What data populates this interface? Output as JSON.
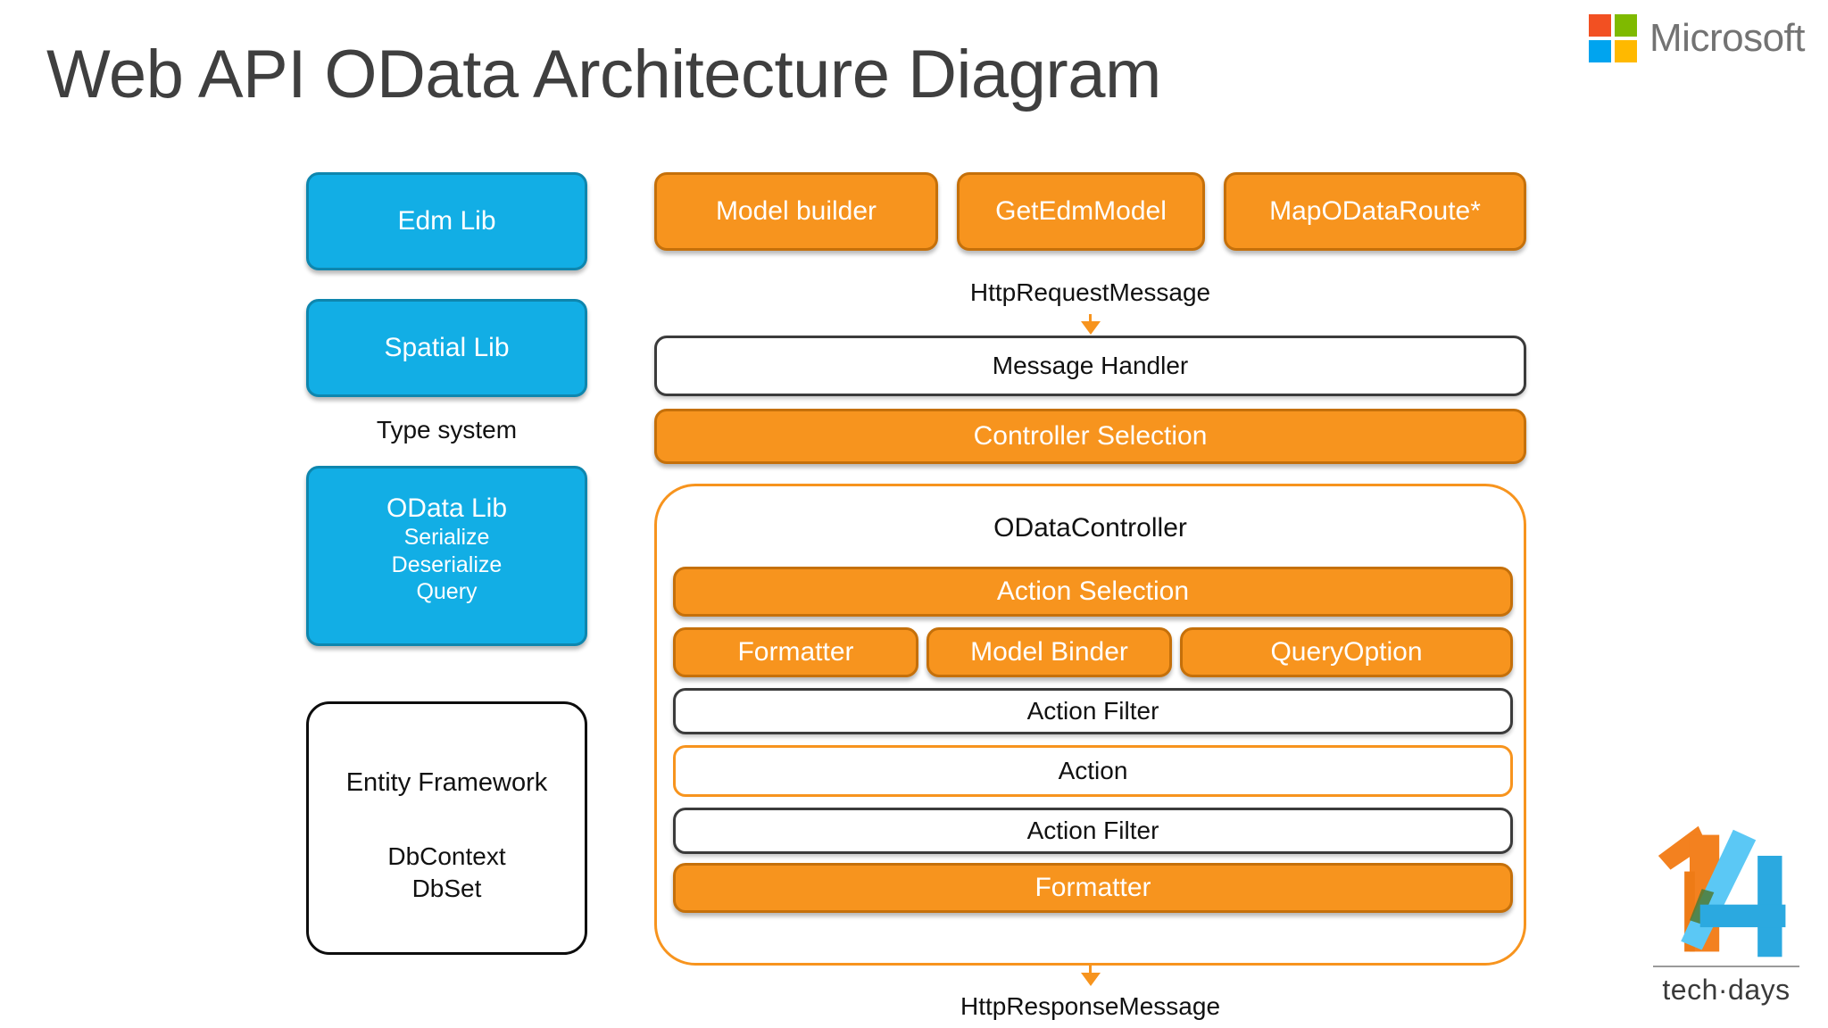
{
  "page": {
    "title": "Web API OData Architecture Diagram",
    "background": "#ffffff"
  },
  "brand": {
    "microsoft": {
      "wordmark": "Microsoft",
      "squares": [
        {
          "name": "red",
          "color": "#F25022"
        },
        {
          "name": "green",
          "color": "#7FBA00"
        },
        {
          "name": "blue",
          "color": "#00A4EF"
        },
        {
          "name": "yellow",
          "color": "#FFB900"
        }
      ]
    },
    "techdays": {
      "number": "14",
      "wordmark": "tech·days",
      "orange": "#F3811F",
      "blue": "#2BA9E0",
      "light_blue": "#5BC8F5"
    }
  },
  "colors": {
    "blue_fill": "#12AEE5",
    "blue_border": "#0E86AE",
    "orange_fill": "#F7941E",
    "orange_border": "#C5700A",
    "dark_border": "#3B3B3B",
    "text_dark": "#111111",
    "title_gray": "#3f3f3f"
  },
  "left_column": {
    "boxes": [
      {
        "id": "edm-lib",
        "label": "Edm Lib",
        "style": "blue"
      },
      {
        "id": "spatial-lib",
        "label": "Spatial Lib",
        "style": "blue"
      },
      {
        "id": "odata-lib",
        "label": "OData Lib",
        "style": "blue",
        "sublabels": [
          "Serialize",
          "Deserialize",
          "Query"
        ]
      },
      {
        "id": "entity-framework",
        "label": "Entity Framework",
        "style": "white",
        "sublabels": [
          "DbContext",
          "DbSet"
        ]
      }
    ],
    "caption": "Type system"
  },
  "top_row": {
    "boxes": [
      {
        "id": "model-builder",
        "label": "Model builder"
      },
      {
        "id": "get-edm-model",
        "label": "GetEdmModel"
      },
      {
        "id": "map-odata-route",
        "label": "MapODataRoute*"
      }
    ]
  },
  "pipeline": {
    "request_label": "HttpRequestMessage",
    "response_label": "HttpResponseMessage",
    "message_handler": {
      "label": "Message Handler",
      "style": "white-dark"
    },
    "controller_selection": {
      "label": "Controller Selection",
      "style": "orange"
    }
  },
  "odata_controller": {
    "title": "ODataController",
    "rows": [
      {
        "id": "action-selection",
        "label": "Action Selection",
        "style": "orange"
      },
      {
        "id": "triple-row",
        "style": "triple",
        "items": [
          {
            "id": "formatter-in",
            "label": "Formatter",
            "style": "orange"
          },
          {
            "id": "model-binder",
            "label": "Model Binder",
            "style": "orange"
          },
          {
            "id": "query-option",
            "label": "QueryOption",
            "style": "orange"
          }
        ]
      },
      {
        "id": "action-filter-top",
        "label": "Action Filter",
        "style": "white-dark"
      },
      {
        "id": "action",
        "label": "Action",
        "style": "white-orange"
      },
      {
        "id": "action-filter-bottom",
        "label": "Action Filter",
        "style": "white-dark"
      },
      {
        "id": "formatter-out",
        "label": "Formatter",
        "style": "orange"
      }
    ]
  }
}
